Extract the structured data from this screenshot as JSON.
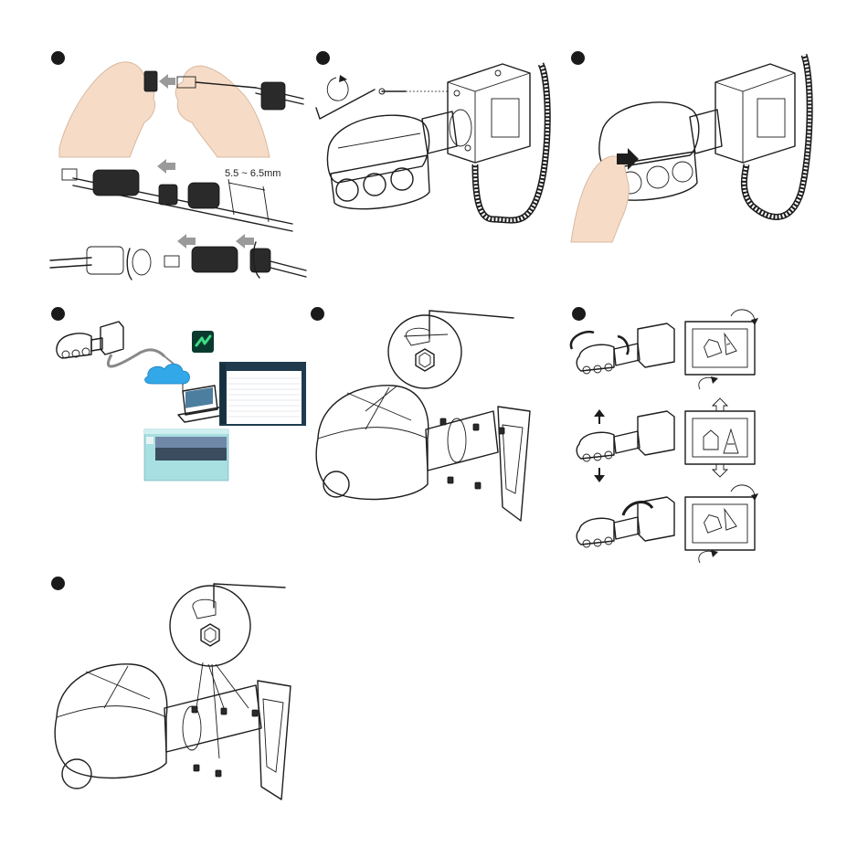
{
  "steps": [
    {
      "id": "step-1",
      "number": ""
    },
    {
      "id": "step-2",
      "number": ""
    },
    {
      "id": "step-3",
      "number": ""
    },
    {
      "id": "step-4",
      "number": ""
    },
    {
      "id": "step-5",
      "number": ""
    },
    {
      "id": "step-6",
      "number": ""
    },
    {
      "id": "step-7",
      "number": ""
    }
  ],
  "step1": {
    "strip_length": "5.5 ~ 6.5mm"
  },
  "colors": {
    "marker": "#1a1a1a",
    "arrow": "#9a9a9a",
    "cloud": "#33a8e8",
    "app_icon": "#0a3a2e",
    "app_icon_mark": "#3ddc84",
    "screen_dark": "#1f3b4d",
    "viewer_bg": "#a8dfe0"
  }
}
